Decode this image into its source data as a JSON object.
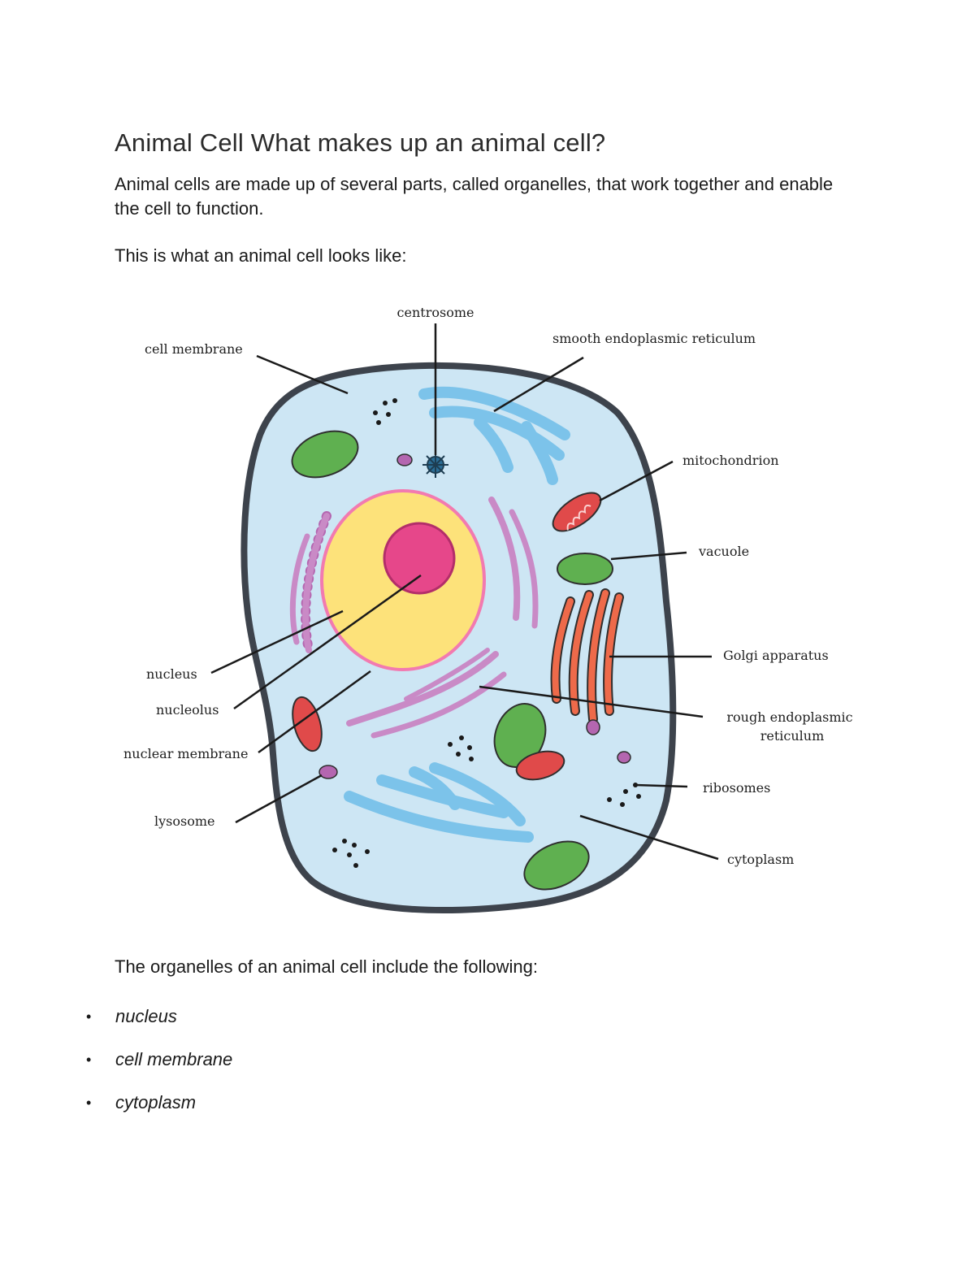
{
  "document": {
    "title": "Animal Cell What makes up an animal cell?",
    "intro": "Animal cells are made up of several parts, called organelles, that work together and enable the cell to function.",
    "figure_lead": "This is what an animal cell looks like:",
    "list_lead": "The organelles of an animal cell include the following:",
    "organelles": [
      {
        "label": "nucleus"
      },
      {
        "label": "cell membrane"
      },
      {
        "label": "cytoplasm"
      }
    ],
    "bullet_glyph": "•"
  },
  "diagram": {
    "labels": {
      "centrosome": "centrosome",
      "cell_membrane": "cell membrane",
      "smooth_er": "smooth endoplasmic reticulum",
      "mitochondrion": "mitochondrion",
      "vacuole": "vacuole",
      "golgi": "Golgi apparatus",
      "rough_er_line1": "rough endoplasmic",
      "rough_er_line2": "reticulum",
      "ribosomes": "ribosomes",
      "cytoplasm": "cytoplasm",
      "nucleus": "nucleus",
      "nucleolus": "nucleolus",
      "nuclear_membrane": "nuclear membrane",
      "lysosome": "lysosome"
    },
    "colors": {
      "membrane": "#3d434c",
      "cytoplasm": "#cde6f4",
      "nucleus": "#fde27a",
      "nuclear_envelope": "#f27ab0",
      "nucleolus": "#e6478a",
      "smooth_er": "#7cc3ea",
      "rough_er": "#b466b0",
      "mitochondrion": "#e04a4a",
      "vacuole": "#5fb050",
      "golgi": "#ee6a4a",
      "lysosome": "#9a4aa0",
      "centrosome": "#2c6e96"
    }
  }
}
